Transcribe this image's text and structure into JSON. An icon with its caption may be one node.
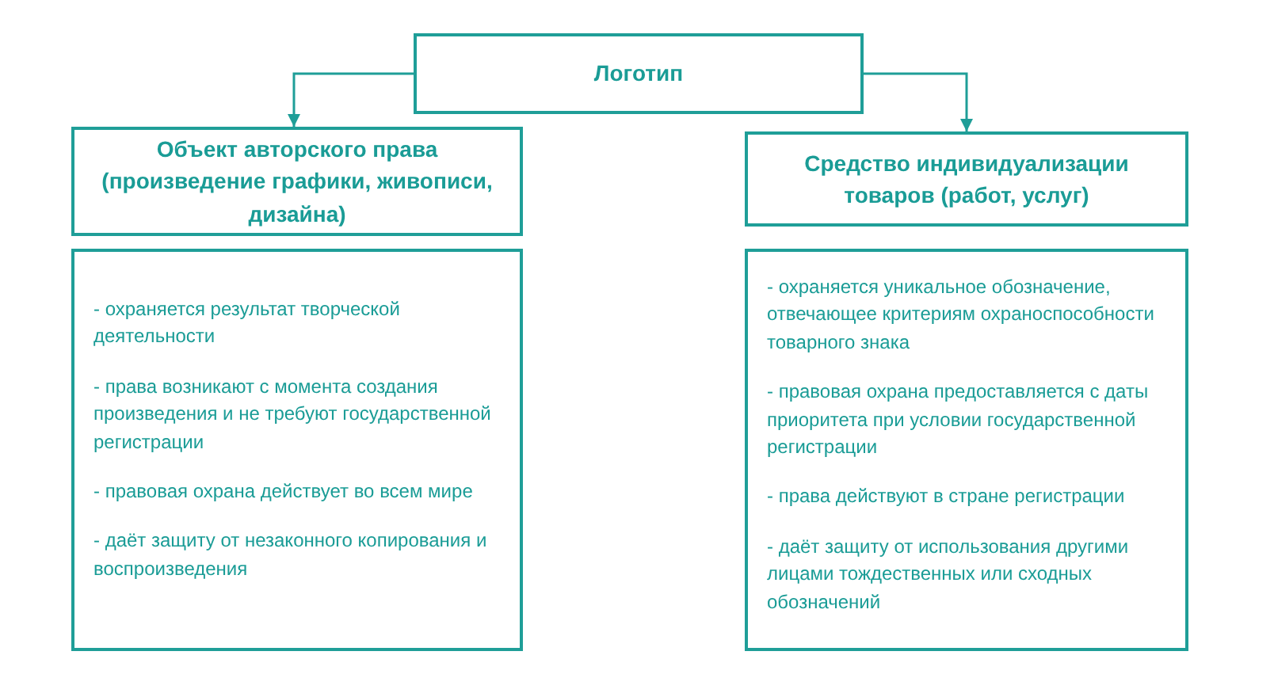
{
  "diagram": {
    "nodes": [
      {
        "text": [
          "Логотип"
        ]
      },
      {
        "text": [
          "Объект авторского права (произведение графики, живописи, дизайна)"
        ]
      },
      {
        "text": [
          "Средство индивидуализации товаров (работ, услуг)"
        ]
      },
      {
        "text": [
          "- охраняется результат творческой деятельности",
          "- права возникают с момента создания произведения и не требуют государственной регистрации",
          "- правовая охрана действует во всем мире",
          "- даёт защиту от незаконного копирования и воспроизведения"
        ]
      },
      {
        "text": [
          "- охраняется уникальное обозначение, отвечающее критериям охраноспособности товарного знака",
          "- правовая охрана предоставляется с даты приоритета при условии государственной регистрации",
          "- права действуют в стране регистрации",
          "- даёт защиту от использования другими лицами тождественных или сходных обозначений"
        ]
      }
    ],
    "edges": [
      {
        "from": 0,
        "to": 1,
        "arrow": "to"
      },
      {
        "from": 0,
        "to": 2,
        "arrow": "to"
      }
    ]
  }
}
